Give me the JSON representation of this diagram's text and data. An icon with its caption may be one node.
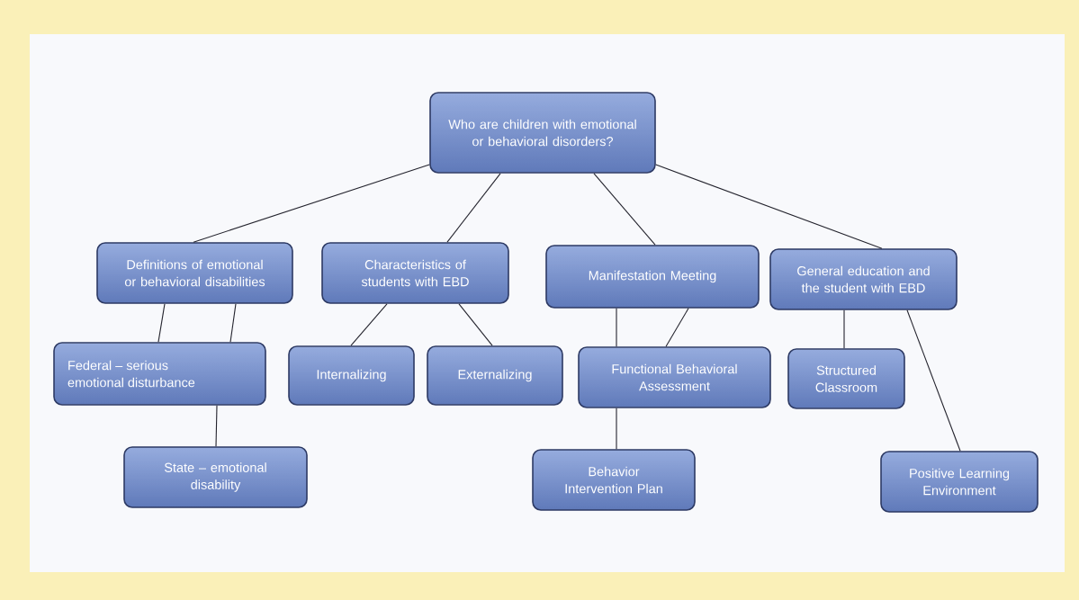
{
  "diagram": {
    "nodes": [
      {
        "text": [
          "Who are children with emotional or behavioral disorders?"
        ]
      },
      {
        "text": [
          "Definitions of emotional or behavioral disabilities"
        ]
      },
      {
        "text": [
          "Characteristics of students with EBD"
        ]
      },
      {
        "text": [
          "Manifestation Meeting"
        ]
      },
      {
        "text": [
          "General education and the student with EBD"
        ]
      },
      {
        "text": [
          "Federal – serious emotional disturbance"
        ]
      },
      {
        "text": [
          "Internalizing"
        ]
      },
      {
        "text": [
          "Externalizing"
        ]
      },
      {
        "text": [
          "Functional Behavioral Assessment"
        ]
      },
      {
        "text": [
          "Structured Classroom"
        ]
      },
      {
        "text": [
          "State – emotional disability"
        ]
      },
      {
        "text": [
          "Behavior Intervention Plan"
        ]
      },
      {
        "text": [
          "Positive Learning Environment"
        ]
      }
    ],
    "edges": [
      {
        "from": 0,
        "to": 1,
        "arrow": "none"
      },
      {
        "from": 0,
        "to": 2,
        "arrow": "none"
      },
      {
        "from": 0,
        "to": 3,
        "arrow": "none"
      },
      {
        "from": 0,
        "to": 4,
        "arrow": "none"
      },
      {
        "from": 1,
        "to": 5,
        "arrow": "none"
      },
      {
        "from": 1,
        "to": 5,
        "arrow": "none"
      },
      {
        "from": 5,
        "to": 10,
        "arrow": "none"
      },
      {
        "from": 2,
        "to": 6,
        "arrow": "none"
      },
      {
        "from": 2,
        "to": 7,
        "arrow": "none"
      },
      {
        "from": 3,
        "to": 8,
        "arrow": "none"
      },
      {
        "from": 3,
        "to": 8,
        "arrow": "none"
      },
      {
        "from": 8,
        "to": 11,
        "arrow": "none"
      },
      {
        "from": 4,
        "to": 9,
        "arrow": "none"
      },
      {
        "from": 4,
        "to": 12,
        "arrow": "none"
      }
    ]
  }
}
